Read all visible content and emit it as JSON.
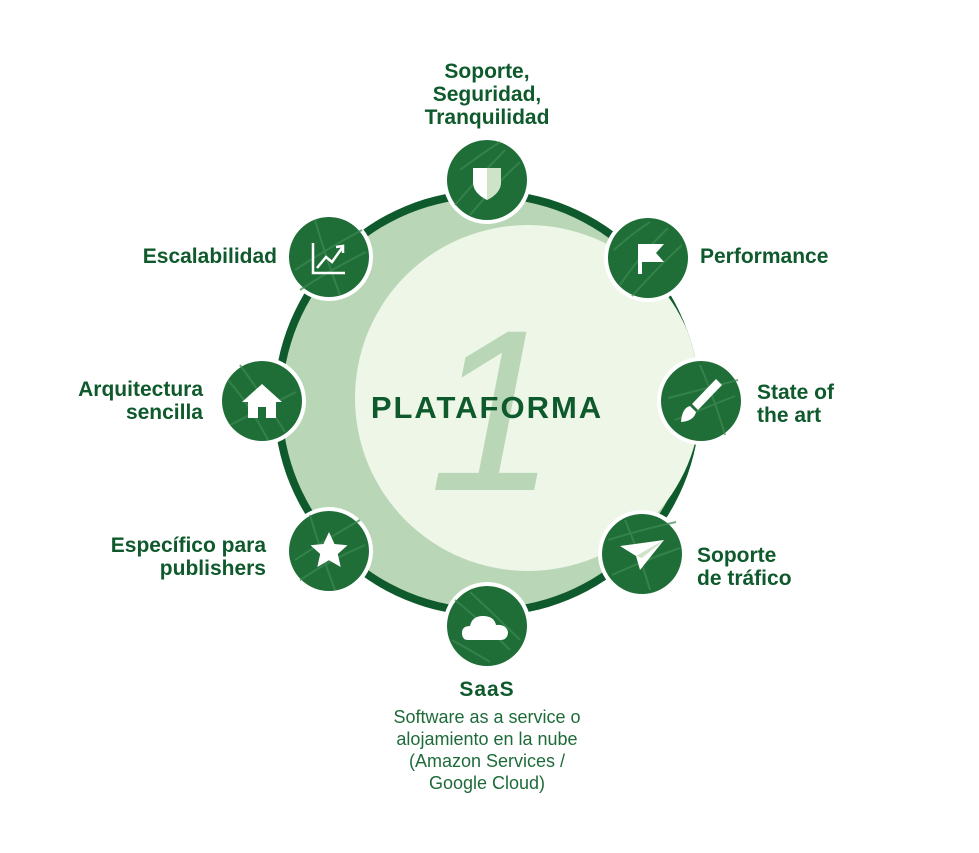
{
  "center_title": "PLATAFORMA",
  "center_number": "1",
  "colors": {
    "dark_green": "#0f5a2c",
    "mid_green": "#b9d7b6",
    "light_green": "#edf6e7"
  },
  "nodes": [
    {
      "id": "soporte",
      "icon": "shield-icon",
      "label_lines": [
        "Soporte,",
        "Seguridad,",
        "Tranquilidad"
      ]
    },
    {
      "id": "performance",
      "icon": "flag-icon",
      "label_lines": [
        "Performance"
      ]
    },
    {
      "id": "state",
      "icon": "brush-icon",
      "label_lines": [
        "State of",
        "the art"
      ]
    },
    {
      "id": "trafico",
      "icon": "paper-plane-icon",
      "label_lines": [
        "Soporte",
        "de tráfico"
      ]
    },
    {
      "id": "saas",
      "icon": "cloud-icon",
      "label_lines": [
        "SaaS"
      ],
      "description_lines": [
        "Software as a service o",
        "alojamiento en la nube",
        "(Amazon Services /",
        "Google Cloud)"
      ]
    },
    {
      "id": "especifico",
      "icon": "star-icon",
      "label_lines": [
        "Específico para",
        "publishers"
      ]
    },
    {
      "id": "arquitectura",
      "icon": "house-icon",
      "label_lines": [
        "Arquitectura",
        "sencilla"
      ]
    },
    {
      "id": "escalabilidad",
      "icon": "chart-up-icon",
      "label_lines": [
        "Escalabilidad"
      ]
    }
  ]
}
